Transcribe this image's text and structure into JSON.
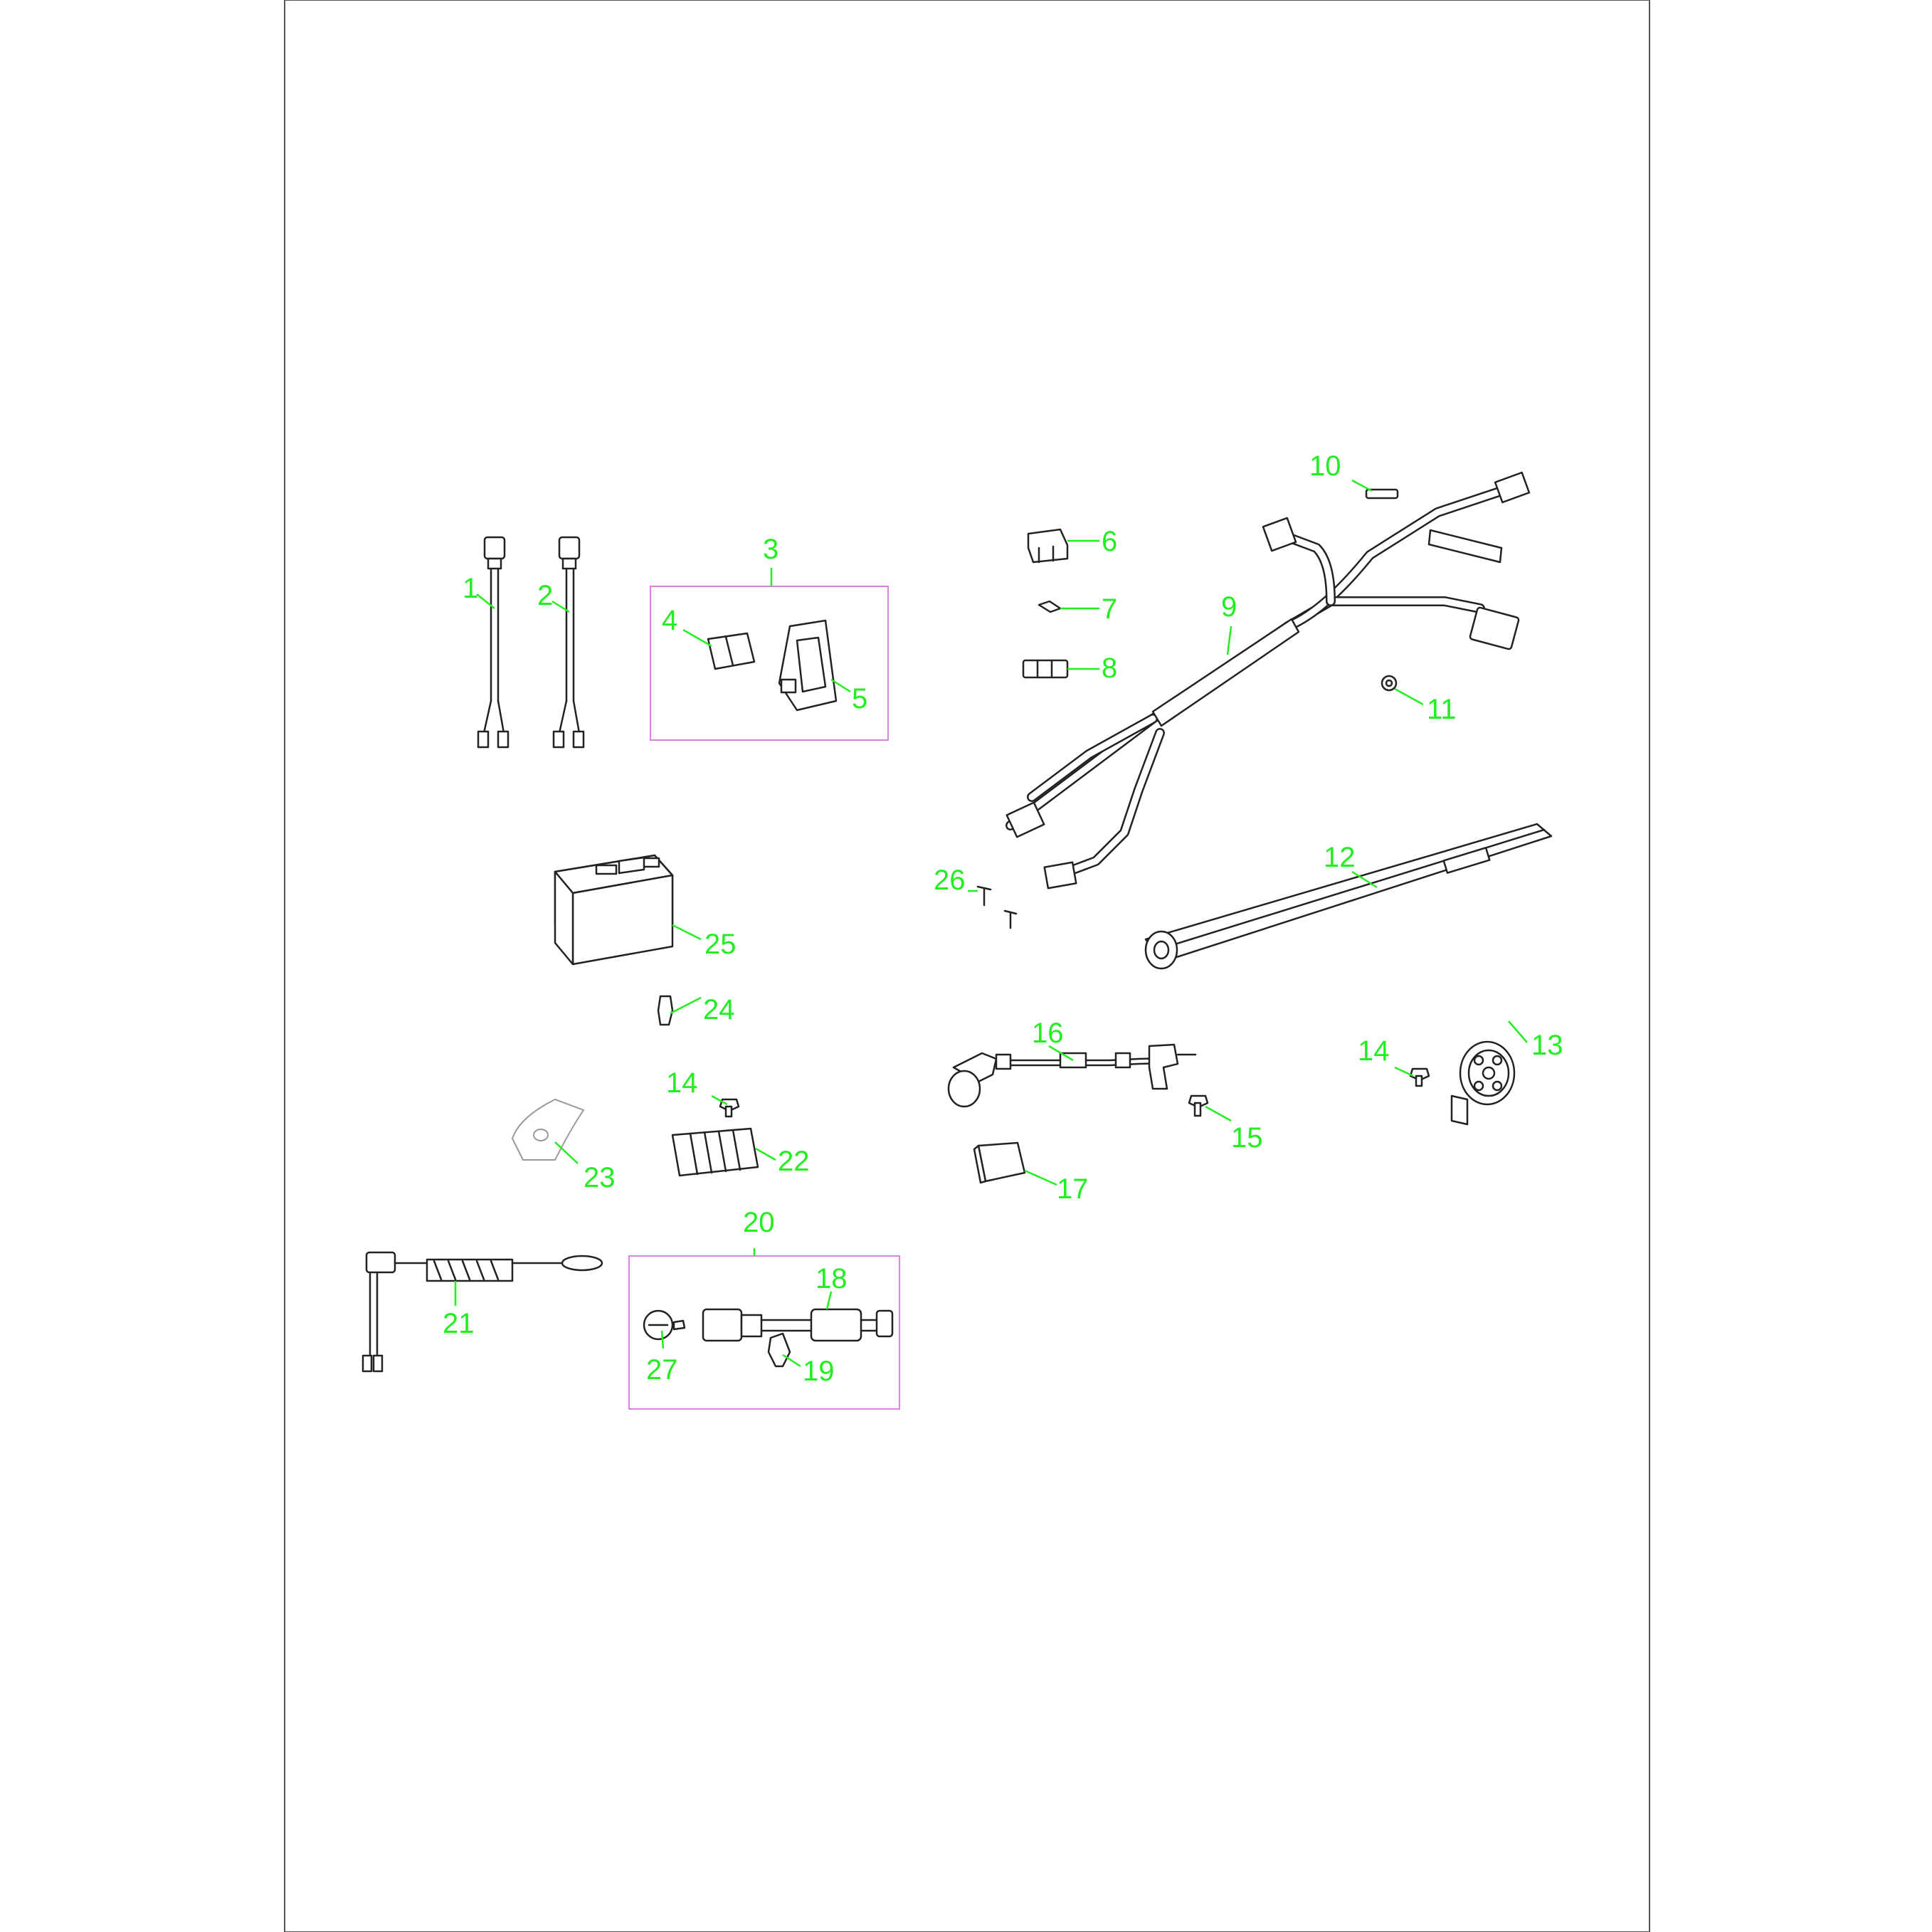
{
  "colors": {
    "accent": "#22ee22",
    "group_box": "#e080e0",
    "frame": "#555555"
  },
  "callouts": {
    "c1": "1",
    "c2": "2",
    "c3": "3",
    "c4": "4",
    "c5": "5",
    "c6": "6",
    "c7": "7",
    "c8": "8",
    "c9": "9",
    "c10": "10",
    "c11": "11",
    "c12": "12",
    "c13": "13",
    "c14a": "14",
    "c14b": "14",
    "c15": "15",
    "c16": "16",
    "c17": "17",
    "c18": "18",
    "c19": "19",
    "c20": "20",
    "c21": "21",
    "c22": "22",
    "c23": "23",
    "c24": "24",
    "c25": "25",
    "c26": "26",
    "c27": "27"
  },
  "parts": [
    {
      "ref": "1",
      "icon": "wire-sensor-icon"
    },
    {
      "ref": "2",
      "icon": "wire-sensor-icon"
    },
    {
      "ref": "3",
      "icon": "group-box"
    },
    {
      "ref": "4",
      "icon": "fuse-block-icon"
    },
    {
      "ref": "5",
      "icon": "fuse-holder-icon"
    },
    {
      "ref": "6",
      "icon": "relay-clip-icon"
    },
    {
      "ref": "7",
      "icon": "fuse-icon"
    },
    {
      "ref": "8",
      "icon": "connector-icon"
    },
    {
      "ref": "9",
      "icon": "wiring-harness-icon"
    },
    {
      "ref": "10",
      "icon": "fuse-icon"
    },
    {
      "ref": "11",
      "icon": "nut-icon"
    },
    {
      "ref": "12",
      "icon": "sleeve-icon"
    },
    {
      "ref": "13",
      "icon": "horn-icon"
    },
    {
      "ref": "14",
      "icon": "bolt-icon"
    },
    {
      "ref": "15",
      "icon": "bolt-icon"
    },
    {
      "ref": "16",
      "icon": "ignition-coil-icon"
    },
    {
      "ref": "17",
      "icon": "relay-icon"
    },
    {
      "ref": "18",
      "icon": "ignition-switch-wire-icon"
    },
    {
      "ref": "19",
      "icon": "key-icon"
    },
    {
      "ref": "20",
      "icon": "group-box"
    },
    {
      "ref": "21",
      "icon": "kill-switch-lanyard-icon"
    },
    {
      "ref": "22",
      "icon": "regulator-icon"
    },
    {
      "ref": "23",
      "icon": "battery-pad-icon"
    },
    {
      "ref": "24",
      "icon": "terminal-icon"
    },
    {
      "ref": "25",
      "icon": "battery-icon"
    },
    {
      "ref": "26",
      "icon": "screw-icon"
    },
    {
      "ref": "27",
      "icon": "switch-cap-icon"
    }
  ]
}
